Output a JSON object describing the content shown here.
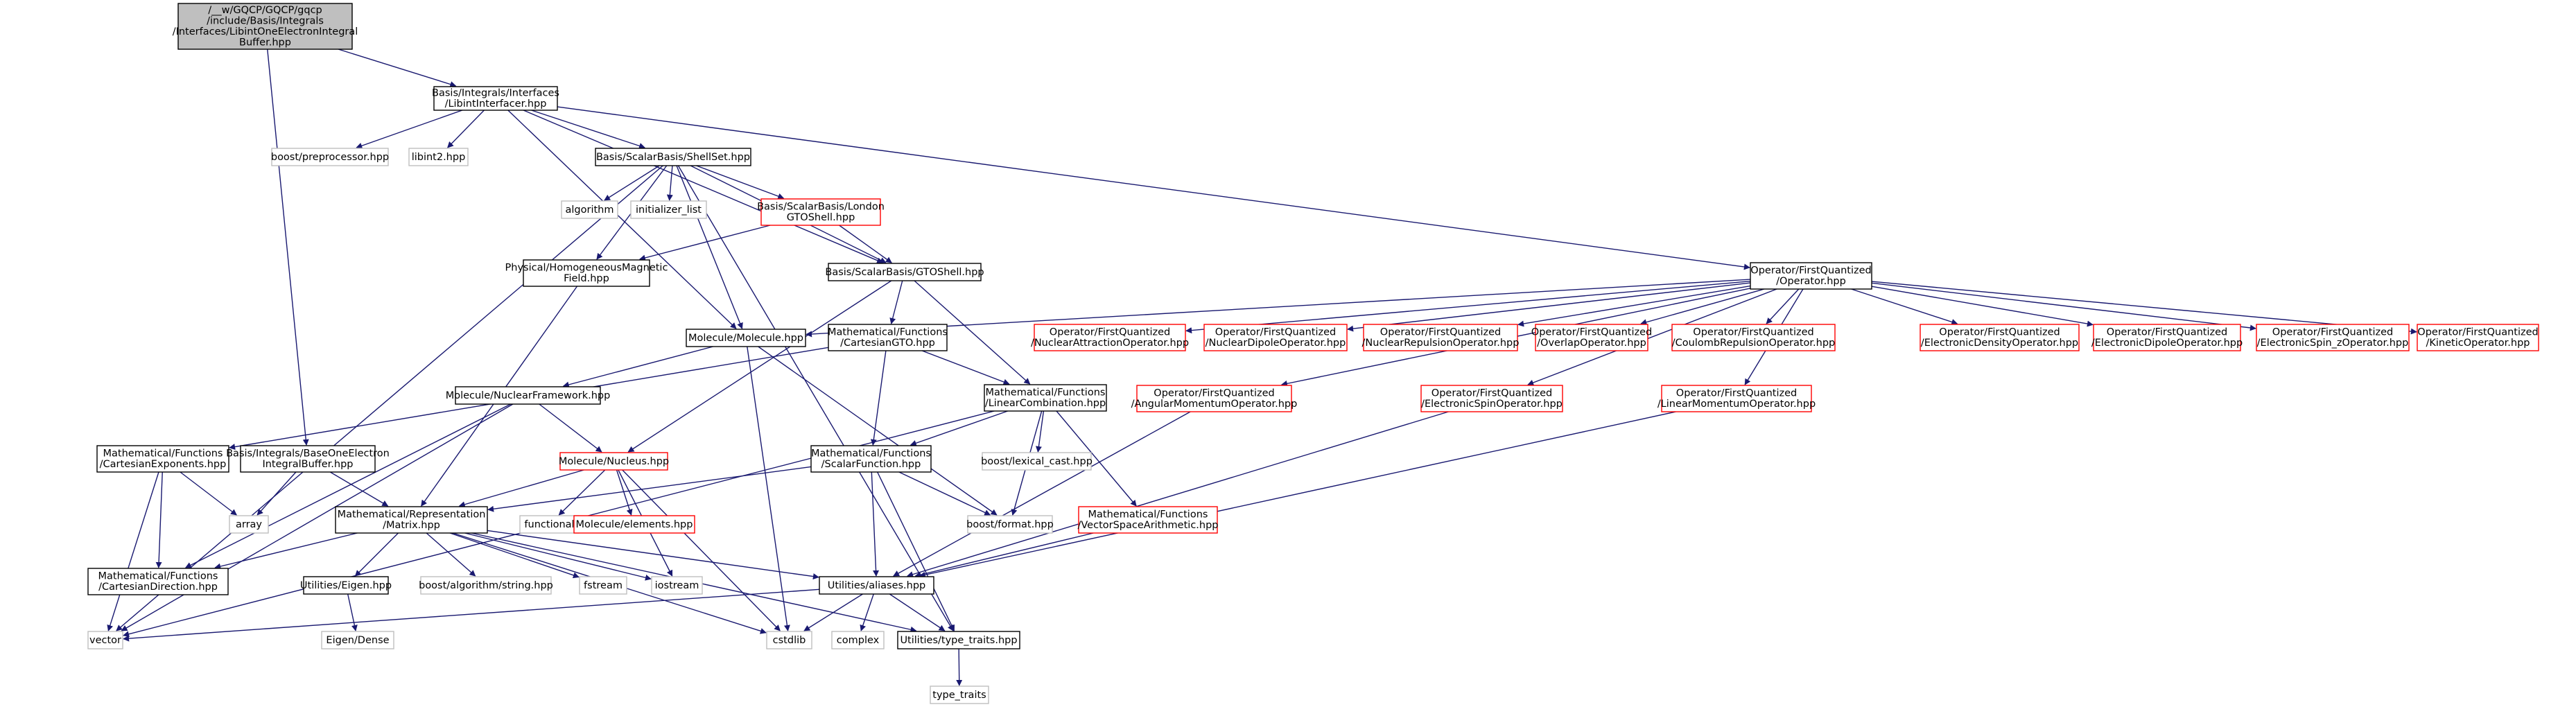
{
  "diagram": {
    "nodes": [
      {
        "id": "root",
        "style": "root",
        "lines": [
          "/__w/GQCP/GQCP/gqcp",
          "/include/Basis/Integrals",
          "/Interfaces/LibintOneElectronIntegral",
          "Buffer.hpp"
        ]
      },
      {
        "id": "libint_if",
        "style": "black",
        "lines": [
          "Basis/Integrals/Interfaces",
          "/LibintInterfacer.hpp"
        ]
      },
      {
        "id": "boost_pp",
        "style": "gray",
        "lines": [
          "boost/preprocessor.hpp"
        ]
      },
      {
        "id": "libint2",
        "style": "gray",
        "lines": [
          "libint2.hpp"
        ]
      },
      {
        "id": "shellset",
        "style": "black",
        "lines": [
          "Basis/ScalarBasis/ShellSet.hpp"
        ]
      },
      {
        "id": "algorithm",
        "style": "gray",
        "lines": [
          "algorithm"
        ]
      },
      {
        "id": "init_list",
        "style": "gray",
        "lines": [
          "initializer_list"
        ]
      },
      {
        "id": "london",
        "style": "red",
        "lines": [
          "Basis/ScalarBasis/London",
          "GTOShell.hpp"
        ]
      },
      {
        "id": "homog",
        "style": "black",
        "lines": [
          "Physical/HomogeneousMagnetic",
          "Field.hpp"
        ]
      },
      {
        "id": "gtoshell",
        "style": "black",
        "lines": [
          "Basis/ScalarBasis/GTOShell.hpp"
        ]
      },
      {
        "id": "op_fq",
        "style": "black",
        "lines": [
          "Operator/FirstQuantized",
          "/Operator.hpp"
        ]
      },
      {
        "id": "molecule",
        "style": "black",
        "lines": [
          "Molecule/Molecule.hpp"
        ]
      },
      {
        "id": "cartgto",
        "style": "black",
        "lines": [
          "Mathematical/Functions",
          "/CartesianGTO.hpp"
        ]
      },
      {
        "id": "nuc_attr",
        "style": "red",
        "lines": [
          "Operator/FirstQuantized",
          "/NuclearAttractionOperator.hpp"
        ]
      },
      {
        "id": "nuc_dip",
        "style": "red",
        "lines": [
          "Operator/FirstQuantized",
          "/NuclearDipoleOperator.hpp"
        ]
      },
      {
        "id": "nuc_rep",
        "style": "red",
        "lines": [
          "Operator/FirstQuantized",
          "/NuclearRepulsionOperator.hpp"
        ]
      },
      {
        "id": "overlap",
        "style": "red",
        "lines": [
          "Operator/FirstQuantized",
          "/OverlapOperator.hpp"
        ]
      },
      {
        "id": "coulomb",
        "style": "red",
        "lines": [
          "Operator/FirstQuantized",
          "/CoulombRepulsionOperator.hpp"
        ]
      },
      {
        "id": "el_dens",
        "style": "red",
        "lines": [
          "Operator/FirstQuantized",
          "/ElectronicDensityOperator.hpp"
        ]
      },
      {
        "id": "el_dip",
        "style": "red",
        "lines": [
          "Operator/FirstQuantized",
          "/ElectronicDipoleOperator.hpp"
        ]
      },
      {
        "id": "el_spinz",
        "style": "red",
        "lines": [
          "Operator/FirstQuantized",
          "/ElectronicSpin_zOperator.hpp"
        ]
      },
      {
        "id": "kinetic",
        "style": "red",
        "lines": [
          "Operator/FirstQuantized",
          "/KineticOperator.hpp"
        ]
      },
      {
        "id": "nuc_fw",
        "style": "black",
        "lines": [
          "Molecule/NuclearFramework.hpp"
        ]
      },
      {
        "id": "lincomb",
        "style": "black",
        "lines": [
          "Mathematical/Functions",
          "/LinearCombination.hpp"
        ]
      },
      {
        "id": "ang_mom",
        "style": "red",
        "lines": [
          "Operator/FirstQuantized",
          "/AngularMomentumOperator.hpp"
        ]
      },
      {
        "id": "el_spin",
        "style": "red",
        "lines": [
          "Operator/FirstQuantized",
          "/ElectronicSpinOperator.hpp"
        ]
      },
      {
        "id": "lin_mom",
        "style": "red",
        "lines": [
          "Operator/FirstQuantized",
          "/LinearMomentumOperator.hpp"
        ]
      },
      {
        "id": "cart_exp",
        "style": "black",
        "lines": [
          "Mathematical/Functions",
          "/CartesianExponents.hpp"
        ]
      },
      {
        "id": "base_one",
        "style": "black",
        "lines": [
          "Basis/Integrals/BaseOneElectron",
          "IntegralBuffer.hpp"
        ]
      },
      {
        "id": "nucleus",
        "style": "red",
        "lines": [
          "Molecule/Nucleus.hpp"
        ]
      },
      {
        "id": "lex_cast",
        "style": "gray",
        "lines": [
          "boost/lexical_cast.hpp"
        ]
      },
      {
        "id": "scalarfn",
        "style": "black",
        "lines": [
          "Mathematical/Functions",
          "/ScalarFunction.hpp"
        ]
      },
      {
        "id": "array",
        "style": "gray",
        "lines": [
          "array"
        ]
      },
      {
        "id": "matrix",
        "style": "black",
        "lines": [
          "Mathematical/Representation",
          "/Matrix.hpp"
        ]
      },
      {
        "id": "functional",
        "style": "gray",
        "lines": [
          "functional"
        ]
      },
      {
        "id": "elements",
        "style": "red",
        "lines": [
          "Molecule/elements.hpp"
        ]
      },
      {
        "id": "boost_fmt",
        "style": "gray",
        "lines": [
          "boost/format.hpp"
        ]
      },
      {
        "id": "vsa",
        "style": "red",
        "lines": [
          "Mathematical/Functions",
          "/VectorSpaceArithmetic.hpp"
        ]
      },
      {
        "id": "cart_dir",
        "style": "black",
        "lines": [
          "Mathematical/Functions",
          "/CartesianDirection.hpp"
        ]
      },
      {
        "id": "ut_eigen",
        "style": "black",
        "lines": [
          "Utilities/Eigen.hpp"
        ]
      },
      {
        "id": "boost_str",
        "style": "gray",
        "lines": [
          "boost/algorithm/string.hpp"
        ]
      },
      {
        "id": "fstream",
        "style": "gray",
        "lines": [
          "fstream"
        ]
      },
      {
        "id": "iostream",
        "style": "gray",
        "lines": [
          "iostream"
        ]
      },
      {
        "id": "aliases",
        "style": "black",
        "lines": [
          "Utilities/aliases.hpp"
        ]
      },
      {
        "id": "eigen_dense",
        "style": "gray",
        "lines": [
          "Eigen/Dense"
        ]
      },
      {
        "id": "vector",
        "style": "gray",
        "lines": [
          "vector"
        ]
      },
      {
        "id": "cstdlib",
        "style": "gray",
        "lines": [
          "cstdlib"
        ]
      },
      {
        "id": "complex",
        "style": "gray",
        "lines": [
          "complex"
        ]
      },
      {
        "id": "type_traits_hpp",
        "style": "black",
        "lines": [
          "Utilities/type_traits.hpp"
        ]
      },
      {
        "id": "type_traits",
        "style": "gray",
        "lines": [
          "type_traits"
        ]
      }
    ],
    "edges": [
      [
        "root",
        "libint_if"
      ],
      [
        "root",
        "base_one"
      ],
      [
        "libint_if",
        "boost_pp"
      ],
      [
        "libint_if",
        "libint2"
      ],
      [
        "libint_if",
        "shellset"
      ],
      [
        "libint_if",
        "gtoshell"
      ],
      [
        "libint_if",
        "op_fq"
      ],
      [
        "libint_if",
        "molecule"
      ],
      [
        "shellset",
        "algorithm"
      ],
      [
        "shellset",
        "init_list"
      ],
      [
        "shellset",
        "london"
      ],
      [
        "shellset",
        "homog"
      ],
      [
        "shellset",
        "gtoshell"
      ],
      [
        "shellset",
        "molecule"
      ],
      [
        "shellset",
        "vector"
      ],
      [
        "shellset",
        "type_traits_hpp"
      ],
      [
        "london",
        "gtoshell"
      ],
      [
        "london",
        "homog"
      ],
      [
        "homog",
        "matrix"
      ],
      [
        "gtoshell",
        "cartgto"
      ],
      [
        "gtoshell",
        "lincomb"
      ],
      [
        "gtoshell",
        "nucleus"
      ],
      [
        "op_fq",
        "molecule"
      ],
      [
        "op_fq",
        "nuc_attr"
      ],
      [
        "op_fq",
        "nuc_dip"
      ],
      [
        "op_fq",
        "nuc_rep"
      ],
      [
        "op_fq",
        "overlap"
      ],
      [
        "op_fq",
        "coulomb"
      ],
      [
        "op_fq",
        "el_dens"
      ],
      [
        "op_fq",
        "el_dip"
      ],
      [
        "op_fq",
        "el_spinz"
      ],
      [
        "op_fq",
        "kinetic"
      ],
      [
        "op_fq",
        "ang_mom"
      ],
      [
        "op_fq",
        "el_spin"
      ],
      [
        "op_fq",
        "lin_mom"
      ],
      [
        "molecule",
        "nuc_fw"
      ],
      [
        "molecule",
        "cstdlib"
      ],
      [
        "molecule",
        "boost_fmt"
      ],
      [
        "cartgto",
        "lincomb"
      ],
      [
        "cartgto",
        "scalarfn"
      ],
      [
        "cartgto",
        "cart_exp"
      ],
      [
        "nuc_fw",
        "nucleus"
      ],
      [
        "nuc_fw",
        "vector"
      ],
      [
        "nuc_fw",
        "cart_dir"
      ],
      [
        "lincomb",
        "scalarfn"
      ],
      [
        "lincomb",
        "lex_cast"
      ],
      [
        "lincomb",
        "boost_fmt"
      ],
      [
        "lincomb",
        "vsa"
      ],
      [
        "lincomb",
        "vector"
      ],
      [
        "ang_mom",
        "aliases"
      ],
      [
        "el_spin",
        "aliases"
      ],
      [
        "lin_mom",
        "aliases"
      ],
      [
        "cart_exp",
        "array"
      ],
      [
        "cart_exp",
        "cart_dir"
      ],
      [
        "cart_exp",
        "vector"
      ],
      [
        "base_one",
        "array"
      ],
      [
        "base_one",
        "matrix"
      ],
      [
        "nucleus",
        "matrix"
      ],
      [
        "nucleus",
        "functional"
      ],
      [
        "nucleus",
        "elements"
      ],
      [
        "nucleus",
        "iostream"
      ],
      [
        "nucleus",
        "cstdlib"
      ],
      [
        "scalarfn",
        "matrix"
      ],
      [
        "scalarfn",
        "aliases"
      ],
      [
        "scalarfn",
        "boost_fmt"
      ],
      [
        "scalarfn",
        "type_traits_hpp"
      ],
      [
        "matrix",
        "cart_dir"
      ],
      [
        "matrix",
        "ut_eigen"
      ],
      [
        "matrix",
        "boost_str"
      ],
      [
        "matrix",
        "fstream"
      ],
      [
        "matrix",
        "iostream"
      ],
      [
        "matrix",
        "aliases"
      ],
      [
        "matrix",
        "cstdlib"
      ],
      [
        "matrix",
        "type_traits_hpp"
      ],
      [
        "vsa",
        "aliases"
      ],
      [
        "ut_eigen",
        "eigen_dense"
      ],
      [
        "aliases",
        "vector"
      ],
      [
        "aliases",
        "cstdlib"
      ],
      [
        "aliases",
        "complex"
      ],
      [
        "aliases",
        "type_traits_hpp"
      ],
      [
        "type_traits_hpp",
        "type_traits"
      ]
    ]
  },
  "colors": {
    "edge": "#191970",
    "root_fill": "#bfbfbf",
    "black_border": "#000000",
    "gray_border": "#bfbfbf",
    "red_border": "#ff0000",
    "node_fill": "#ffffff"
  }
}
